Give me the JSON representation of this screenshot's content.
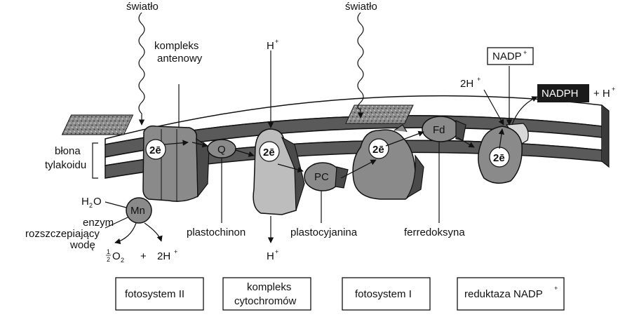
{
  "labels": {
    "light_left": "światło",
    "light_right": "światło",
    "antenna_complex": [
      "kompleks",
      "antenowy"
    ],
    "proton_top": "H",
    "proton_top_sup": "+",
    "proton_bottom": "H",
    "proton_bottom_sup": "+",
    "membrane": [
      "błona",
      "tylakoidu"
    ],
    "water": "H",
    "water_sub": "2",
    "water_o": "O",
    "mn": "Mn",
    "splitting_enzyme": [
      "enzym",
      "rozszczepiający",
      "wodę"
    ],
    "oxygen_half_num": "1",
    "oxygen_half_den": "2",
    "oxygen": "O",
    "oxygen_sub": "2",
    "plus": "+",
    "two_h_bottom": "2H",
    "two_h_bottom_sup": "+",
    "two_e": "2ē",
    "q": "Q",
    "pc": "PC",
    "fd": "Fd",
    "plastoquinone": "plastochinon",
    "plastocyanin": "plastocyjanina",
    "ferredoxin": "ferredoksyna",
    "nadp": "NADP",
    "nadp_sup": "+",
    "two_h_top": "2H",
    "two_h_top_sup": "+",
    "nadph": "NADPH",
    "nadph_plus_h": "+ H",
    "nadph_plus_h_sup": "+"
  },
  "boxes": {
    "photosystem_2": "fotosystem II",
    "cytochrome_complex": [
      "kompleks",
      "cytochromów"
    ],
    "photosystem_1": "fotosystem I",
    "nadp_reductase": "reduktaza NADP",
    "nadp_reductase_sup": "+"
  },
  "colors": {
    "membrane_dark": "#5a5a5a",
    "membrane_top": "#ffffff",
    "complex_mid": "#8a8a8a",
    "complex_light": "#bdbdbd",
    "complex_dark": "#4a4a4a",
    "label_box_bg": "#1a1a1a"
  }
}
